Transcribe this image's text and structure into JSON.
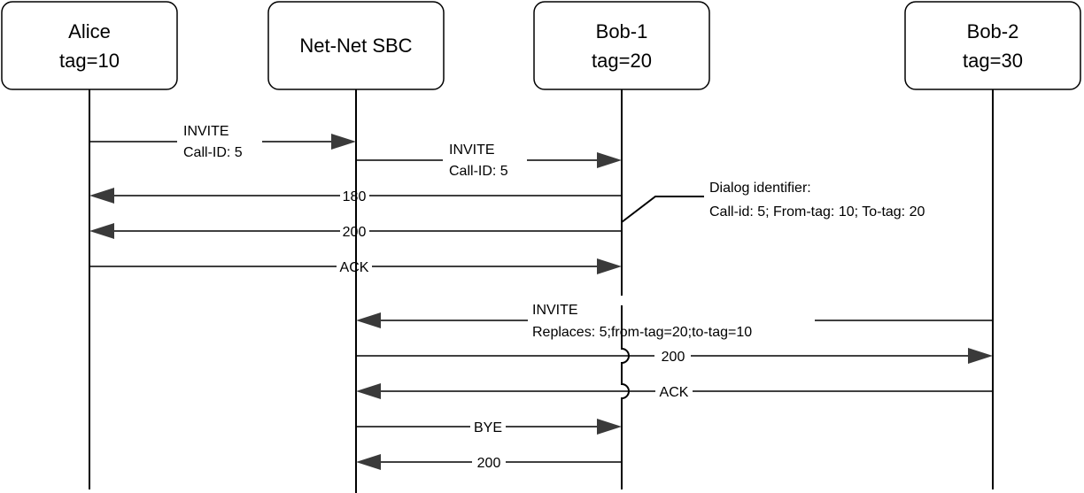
{
  "participants": {
    "alice": {
      "name": "Alice",
      "tag": "tag=10"
    },
    "sbc": {
      "name": "Net-Net SBC"
    },
    "bob1": {
      "name": "Bob-1",
      "tag": "tag=20"
    },
    "bob2": {
      "name": "Bob-2",
      "tag": "tag=30"
    }
  },
  "messages": {
    "m1": {
      "line1": "INVITE",
      "line2": "Call-ID: 5"
    },
    "m2": {
      "line1": "INVITE",
      "line2": "Call-ID: 5"
    },
    "m3": {
      "label": "180"
    },
    "m4": {
      "label": "200"
    },
    "m5": {
      "label": "ACK"
    },
    "m6": {
      "line1": "INVITE",
      "line2": "Replaces: 5;from-tag=20;to-tag=10"
    },
    "m7": {
      "label": "200"
    },
    "m8": {
      "label": "ACK"
    },
    "m9": {
      "label": "BYE"
    },
    "m10": {
      "label": "200"
    }
  },
  "note": {
    "line1": "Dialog identifier:",
    "line2": "Call-id: 5; From-tag: 10; To-tag: 20"
  }
}
